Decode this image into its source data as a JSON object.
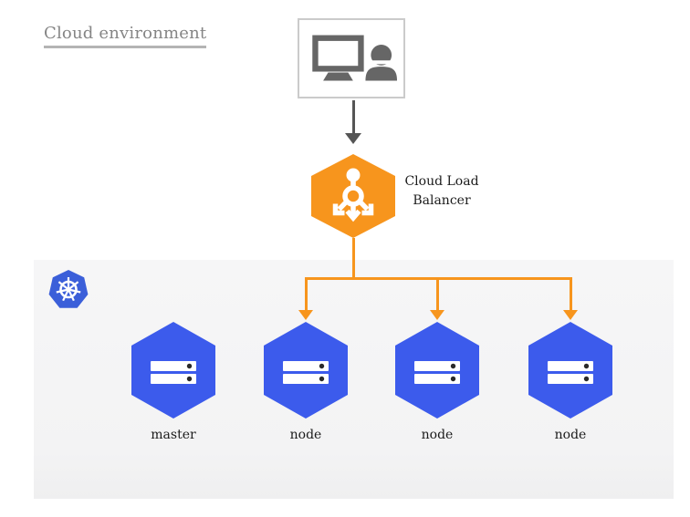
{
  "title": "Cloud environment",
  "client": {
    "icon": "monitor-and-user-icon"
  },
  "load_balancer": {
    "label": "Cloud Load Balancer",
    "icon": "load-balancer-arrows-icon"
  },
  "cluster": {
    "logo_icon": "kubernetes-helm-icon",
    "nodes": [
      {
        "label": "master",
        "icon": "server-stack-icon"
      },
      {
        "label": "node",
        "icon": "server-stack-icon"
      },
      {
        "label": "node",
        "icon": "server-stack-icon"
      },
      {
        "label": "node",
        "icon": "server-stack-icon"
      }
    ]
  },
  "colors": {
    "orange": "#F7951D",
    "node_blue": "#3C5BEC",
    "kubernetes_blue": "#3B5FD9",
    "icon_gray": "#666666",
    "arrow_gray": "#555555",
    "title_gray": "#858585",
    "label_black": "#1B1B1B",
    "panel_gray": "#F4F4F5"
  }
}
